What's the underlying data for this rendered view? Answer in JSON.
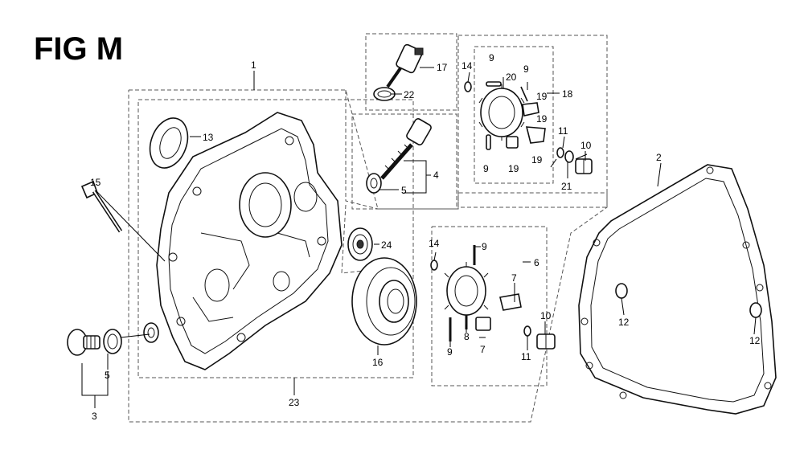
{
  "figure_title": "FIG M",
  "labels": {
    "l1": "1",
    "l2": "2",
    "l3": "3",
    "l4": "4",
    "l5a": "5",
    "l5b": "5",
    "l6": "6",
    "l7a": "7",
    "l7b": "7",
    "l8": "8",
    "l9a": "9",
    "l9b": "9",
    "l9c": "9",
    "l9d": "9",
    "l9e": "9",
    "l10a": "10",
    "l10b": "10",
    "l11a": "11",
    "l11b": "11",
    "l12a": "12",
    "l12b": "12",
    "l13": "13",
    "l14a": "14",
    "l14b": "14",
    "l15": "15",
    "l16": "16",
    "l17": "17",
    "l18": "18",
    "l19a": "19",
    "l19b": "19",
    "l19c": "19",
    "l19d": "19",
    "l20": "20",
    "l21": "21",
    "l22": "22",
    "l23": "23",
    "l24": "24"
  }
}
